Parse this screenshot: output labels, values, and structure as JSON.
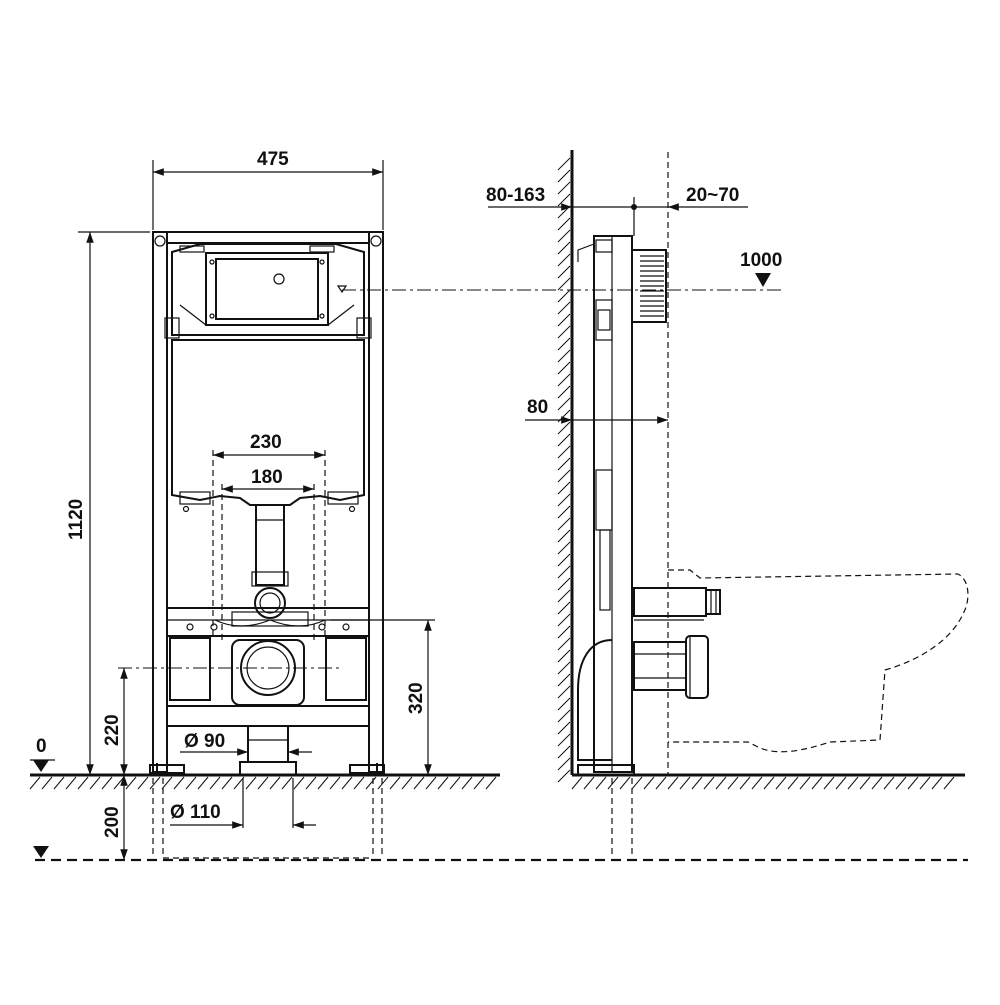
{
  "dimensions": {
    "width_475": "475",
    "height_1120": "1120",
    "spacing_230": "230",
    "spacing_180": "180",
    "height_320": "320",
    "height_220": "220",
    "depth_200": "200",
    "pipe_d90": "Ø 90",
    "pipe_d110": "Ø 110",
    "level_0": "0",
    "wall_gap": "80-163",
    "adjust_range": "20~70",
    "flush_height": "1000",
    "frame_depth": "80"
  },
  "colors": {
    "line": "#111111",
    "background": "#ffffff"
  }
}
